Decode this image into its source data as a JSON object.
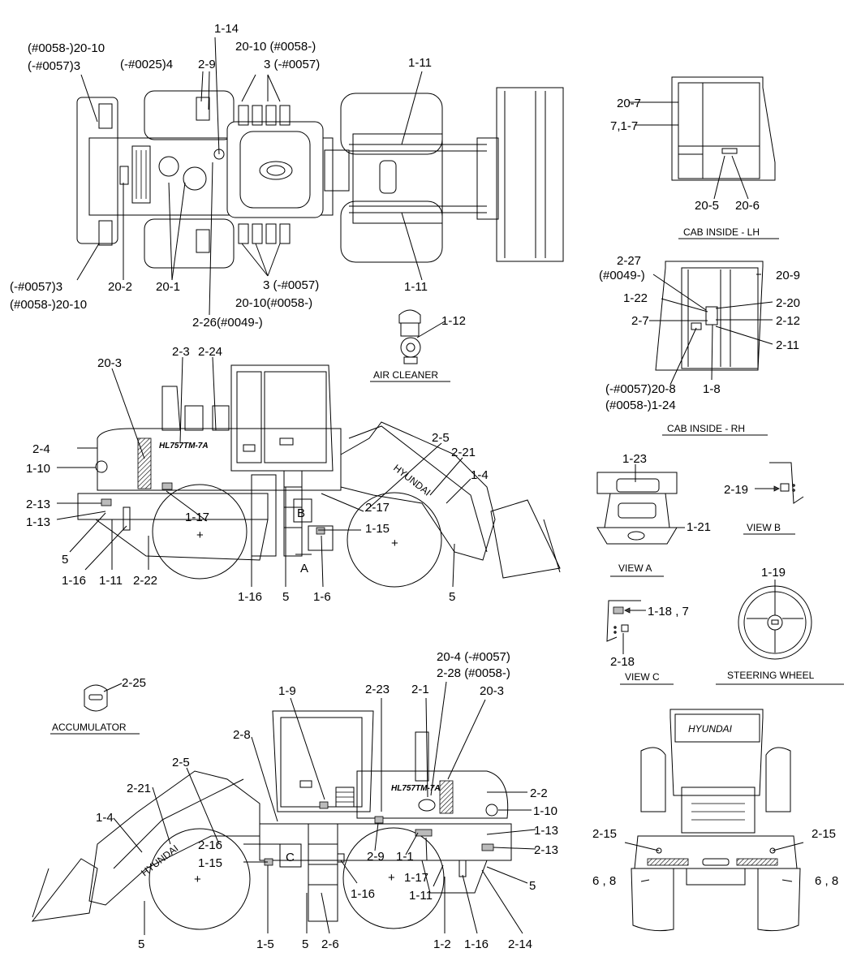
{
  "captions": {
    "cab_inside_lh": "CAB INSIDE - LH",
    "cab_inside_rh": "CAB INSIDE - RH",
    "air_cleaner": "AIR CLEANER",
    "view_a": "VIEW A",
    "view_b": "VIEW B",
    "view_c": "VIEW C",
    "steering_wheel": "STEERING WHEEL",
    "accumulator": "ACCUMULATOR"
  },
  "decal_text": {
    "brand": "HYUNDAI",
    "model": "HL757TM-7A",
    "view_marker_a": "A",
    "view_marker_b": "B",
    "view_marker_c": "C"
  },
  "top_view_labels": [
    "(#0058-)20-10",
    "(-#0057)3",
    "1-14",
    "20-10 (#0058-)",
    "3 (-#0057)",
    "(-#0025)4",
    "2-9",
    "1-11",
    "(-#0057)3",
    "(#0058-)20-10",
    "20-2",
    "20-1",
    "3 (-#0057)",
    "20-10(#0058-)",
    "2-26(#0049-)",
    "1-11"
  ],
  "cab_lh_labels": [
    "20-7",
    "7,1-7",
    "20-5",
    "20-6"
  ],
  "cab_rh_labels": [
    "2-27",
    "(#0049-)",
    "20-9",
    "1-22",
    "2-20",
    "2-7",
    "2-12",
    "2-11",
    "(-#0057)20-8",
    "(#0058-)1-24",
    "1-8"
  ],
  "air_cleaner_labels": [
    "1-12"
  ],
  "left_side_labels": [
    "20-3",
    "2-3",
    "2-24",
    "2-4",
    "1-10",
    "2-13",
    "1-13",
    "1-17",
    "2-5",
    "2-21",
    "1-4",
    "2-17",
    "1-15",
    "5",
    "1-16",
    "1-11",
    "2-22",
    "1-16",
    "5",
    "1-6",
    "5"
  ],
  "view_a_labels": [
    "1-23",
    "1-21"
  ],
  "view_b_labels": [
    "2-19"
  ],
  "view_c_labels": [
    "1-18 , 7",
    "2-18"
  ],
  "steering_labels": [
    "1-19"
  ],
  "accumulator_labels": [
    "2-25"
  ],
  "right_side_labels": [
    "20-4 (-#0057)",
    "2-28 (#0058-)",
    "1-9",
    "2-23",
    "2-1",
    "20-3",
    "2-8",
    "2-5",
    "2-2",
    "2-21",
    "1-10",
    "1-4",
    "1-13",
    "2-16",
    "1-15",
    "2-9",
    "1-1",
    "2-13",
    "1-17",
    "5",
    "1-16",
    "1-11",
    "5",
    "1-5",
    "5",
    "2-6",
    "1-2",
    "1-16",
    "2-14"
  ],
  "rear_view_labels": [
    "2-15",
    "2-15",
    "6 , 8",
    "6 , 8"
  ]
}
